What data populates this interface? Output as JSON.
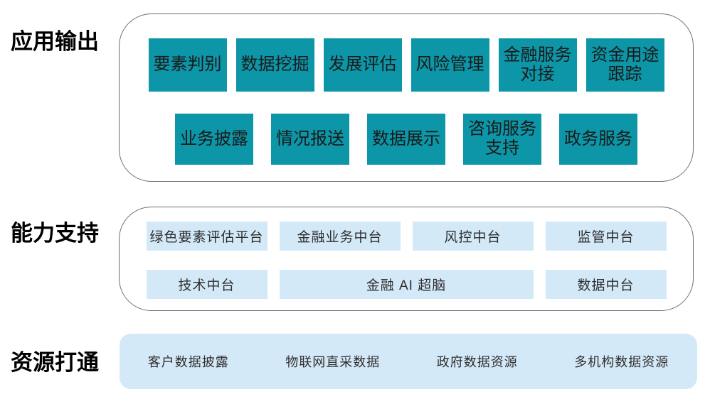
{
  "sections": {
    "app_output": {
      "label": "应用输出",
      "row1": [
        "要素判别",
        "数据挖掘",
        "发展评估",
        "风险管理",
        "金融服务\n对接",
        "资金用途\n跟踪"
      ],
      "row2": [
        "业务披露",
        "情况报送",
        "数据展示",
        "咨询服务\n支持",
        "政务服务"
      ]
    },
    "capability": {
      "label": "能力支持",
      "row1": [
        "绿色要素评估平台",
        "金融业务中台",
        "风控中台",
        "监管中台"
      ],
      "row2": [
        "技术中台",
        "金融 AI 超脑",
        "数据中台"
      ]
    },
    "resources": {
      "label": "资源打通",
      "items": [
        "客户数据披露",
        "物联网直采数据",
        "政府数据资源",
        "多机构数据资源"
      ]
    }
  },
  "colors": {
    "teal": "#0c96a8",
    "lightblue": "#d4e9f8",
    "border": "#6e6e6e"
  }
}
